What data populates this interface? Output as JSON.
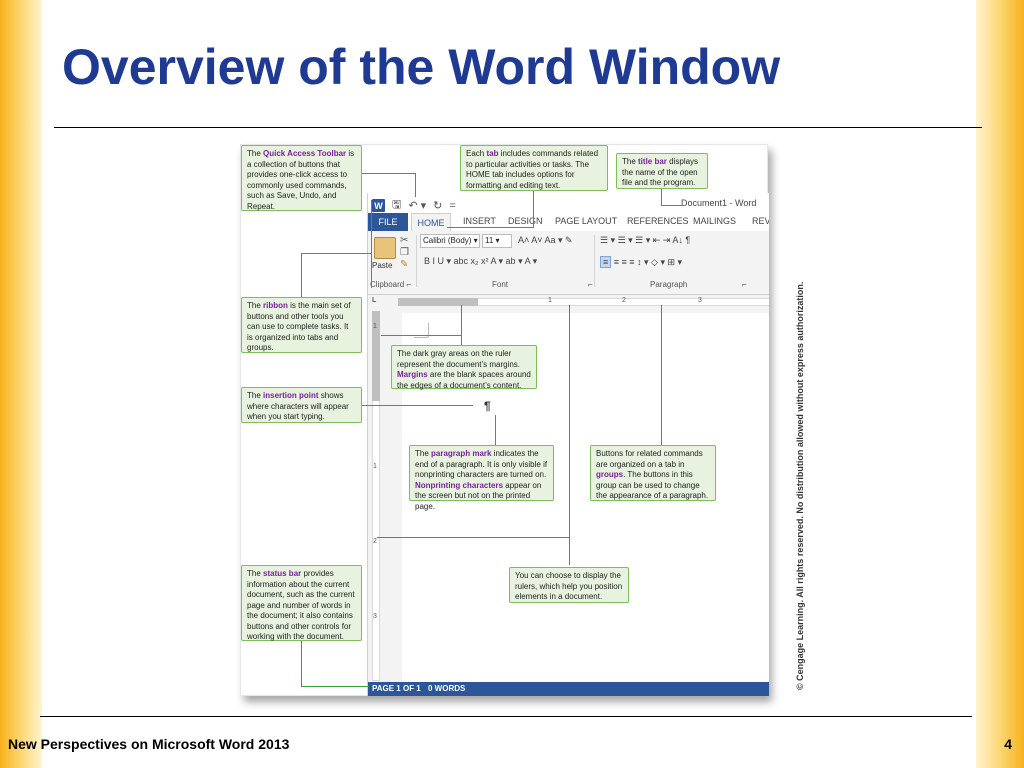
{
  "slide": {
    "title": "Overview of the Word Window",
    "footer": "New Perspectives on Microsoft Word 2013",
    "page_number": "4",
    "copyright": "© Cengage Learning. All rights reserved. No distribution allowed without express authorization."
  },
  "word": {
    "app_icon": "W",
    "qat": {
      "save": "🖫",
      "undo": "↶ ▾",
      "redo": "↻",
      "customize": "="
    },
    "title": "Document1 - Word",
    "tabs": [
      "FILE",
      "HOME",
      "INSERT",
      "DESIGN",
      "PAGE LAYOUT",
      "REFERENCES",
      "MAILINGS",
      "REV"
    ],
    "ribbon": {
      "paste_label": "Paste",
      "font_name": "Calibri (Body) ▾",
      "font_size": "11 ▾",
      "font_row1": "A˄ A˅   Aa ▾   ✎",
      "font_row2": "B  I  U ▾  abc  x₂  x²   A ▾  ab ▾  A ▾",
      "para_row1": "☰ ▾ ☰ ▾ ☰ ▾   ⇤ ⇥   A↓   ¶",
      "para_row2_align": "≡",
      "para_row2_rest": " ≡ ≡ ≡   ↕ ▾   ◇ ▾ ⊞ ▾",
      "groups": [
        "Clipboard ⌐",
        "Font",
        "⌐",
        "Paragraph",
        "⌐"
      ]
    },
    "ruler": {
      "h_numbers": [
        "1",
        "2",
        "3"
      ],
      "v_numbers": [
        "1",
        "1",
        "2",
        "3"
      ],
      "corner": "L"
    },
    "pilcrow": "¶",
    "status": {
      "page": "PAGE 1 OF 1",
      "words": "0 WORDS"
    }
  },
  "callouts": {
    "qat": {
      "pre": "The ",
      "hl": "Quick Access Toolbar",
      "post": " is a collection of buttons that provides one-click access to commonly used commands, such as Save, Undo, and Repeat."
    },
    "tab": {
      "pre": "Each ",
      "hl": "tab",
      "post": " includes commands related to particular activities or tasks. The HOME tab includes options for formatting and editing text."
    },
    "titlebar": {
      "pre": "The ",
      "hl": "title bar",
      "post": " displays the name of the open file and the program."
    },
    "ribbon": {
      "pre": "The ",
      "hl": "ribbon",
      "post": " is the main set of buttons and other tools you can use to complete tasks. It is organized into tabs and groups."
    },
    "margins": {
      "pre": "The dark gray areas on the ruler represent the document’s margins. ",
      "hl": "Margins",
      "post": " are the blank spaces around the edges of a document’s content."
    },
    "insertion": {
      "pre": "The ",
      "hl": "insertion point",
      "post": " shows where characters will appear when you start typing."
    },
    "paragraph": {
      "pre": "The ",
      "hl": "paragraph mark",
      "mid": " indicates the end of a paragraph. It is only visible if nonprinting characters are turned on. ",
      "hl2": "Nonprinting characters",
      "post": " appear on the screen but not on the printed page."
    },
    "groups": {
      "pre": "Buttons for related commands are organized on a tab in ",
      "hl": "groups",
      "post": ". The buttons in this group can be used to change the appearance of a paragraph."
    },
    "status": {
      "pre": "The ",
      "hl": "status bar",
      "post": " provides information about the current document, such as the current page and number of words in the document; it also contains buttons and other controls for working with the document."
    },
    "rulers": {
      "text": "You can choose to display the rulers, which help you position elements in a document."
    }
  }
}
